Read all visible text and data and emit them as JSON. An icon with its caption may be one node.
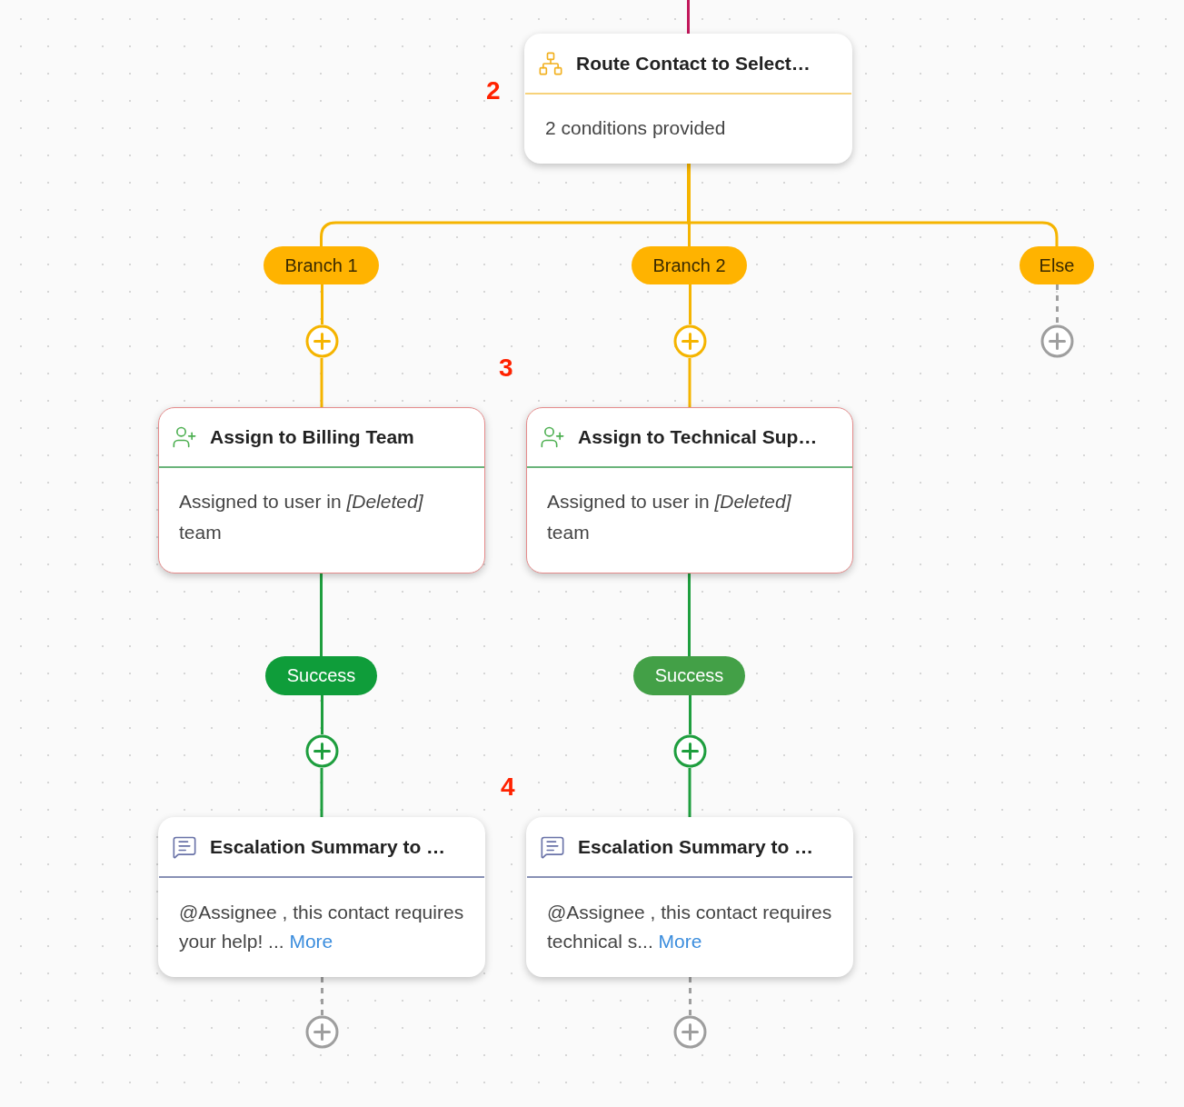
{
  "diagram": {
    "nodes": [
      {
        "text": [
          "Route Contact to Select…",
          "2 conditions provided"
        ]
      },
      {
        "text": [
          "Branch 1"
        ]
      },
      {
        "text": [
          "Branch 2"
        ]
      },
      {
        "text": [
          "Else"
        ]
      },
      {
        "text": [],
        "shape": "circle"
      },
      {
        "text": [],
        "shape": "circle"
      },
      {
        "text": [],
        "shape": "circle"
      },
      {
        "text": [
          "Assign to Billing Team",
          "Assigned to user in *[Deleted]* team"
        ]
      },
      {
        "text": [
          "Assign to Technical Sup…",
          "Assigned to user in *[Deleted]* team"
        ]
      },
      {
        "text": [
          "Success"
        ]
      },
      {
        "text": [
          "Success"
        ]
      },
      {
        "text": [],
        "shape": "circle"
      },
      {
        "text": [],
        "shape": "circle"
      },
      {
        "text": [
          "Escalation Summary to …",
          "@Assignee , this contact requires your help! ...",
          "More"
        ]
      },
      {
        "text": [
          "Escalation Summary to …",
          "@Assignee , this contact requires technical s...",
          "More"
        ]
      },
      {
        "text": [],
        "shape": "circle"
      },
      {
        "text": [],
        "shape": "circle"
      }
    ],
    "edges": [
      {
        "from": null,
        "to": 0,
        "arrow": "none",
        "color": "#c2185b"
      },
      {
        "from": 0,
        "to": 1,
        "arrow": "none",
        "color": "#f5b400"
      },
      {
        "from": 0,
        "to": 2,
        "arrow": "none",
        "color": "#f5b400"
      },
      {
        "from": 0,
        "to": 3,
        "arrow": "none",
        "color": "#f5b400"
      },
      {
        "from": 1,
        "to": 4,
        "arrow": "none",
        "color": "#f5b400"
      },
      {
        "from": 2,
        "to": 5,
        "arrow": "none",
        "color": "#f5b400"
      },
      {
        "from": 3,
        "to": 6,
        "arrow": "none",
        "style": "dashed",
        "color": "#9e9e9e"
      },
      {
        "from": 4,
        "to": 7,
        "arrow": "none",
        "color": "#f5b400"
      },
      {
        "from": 5,
        "to": 8,
        "arrow": "none",
        "color": "#f5b400"
      },
      {
        "from": 7,
        "to": 9,
        "arrow": "none",
        "color": "#1e9e3e"
      },
      {
        "from": 8,
        "to": 10,
        "arrow": "none",
        "color": "#1e9e3e"
      },
      {
        "from": 9,
        "to": 11,
        "arrow": "none",
        "color": "#1e9e3e"
      },
      {
        "from": 10,
        "to": 12,
        "arrow": "none",
        "color": "#1e9e3e"
      },
      {
        "from": 11,
        "to": 13,
        "arrow": "none",
        "color": "#1e9e3e"
      },
      {
        "from": 12,
        "to": 14,
        "arrow": "none",
        "color": "#1e9e3e"
      },
      {
        "from": 13,
        "to": 15,
        "arrow": "none",
        "style": "dashed",
        "color": "#9e9e9e"
      },
      {
        "from": 14,
        "to": 16,
        "arrow": "none",
        "style": "dashed",
        "color": "#9e9e9e"
      }
    ],
    "labels": [
      "2",
      "3",
      "4"
    ]
  }
}
